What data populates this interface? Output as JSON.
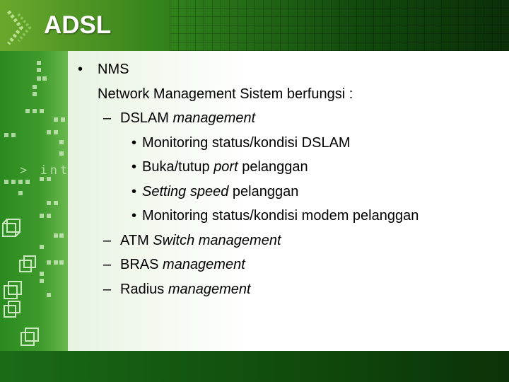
{
  "slide": {
    "title": "ADSL",
    "side_code_text": "> int",
    "body": {
      "l1_text": "NMS",
      "l2_text": "Network Management Sistem berfungsi :",
      "l3_part1": "DSLAM ",
      "l3_part2": "management",
      "l4_text": "Monitoring status/kondisi DSLAM",
      "l5_part1": "Buka/tutup ",
      "l5_part2": "port",
      "l5_part3": " pelanggan",
      "l6_part1": "Setting speed",
      "l6_part2": " pelanggan",
      "l7_text": "Monitoring status/kondisi modem pelanggan",
      "l8_part1": "ATM ",
      "l8_part2": "Switch management",
      "l9_part1": "BRAS ",
      "l9_part2": "management",
      "l10_part1": "Radius ",
      "l10_part2": "management"
    },
    "markers": {
      "bullet": "•",
      "dash": "–"
    }
  },
  "colors": {
    "title_text": "#ffffff",
    "body_text": "#000000",
    "accent_green": "#2f7d22",
    "dark_green": "#0f4a0c"
  }
}
